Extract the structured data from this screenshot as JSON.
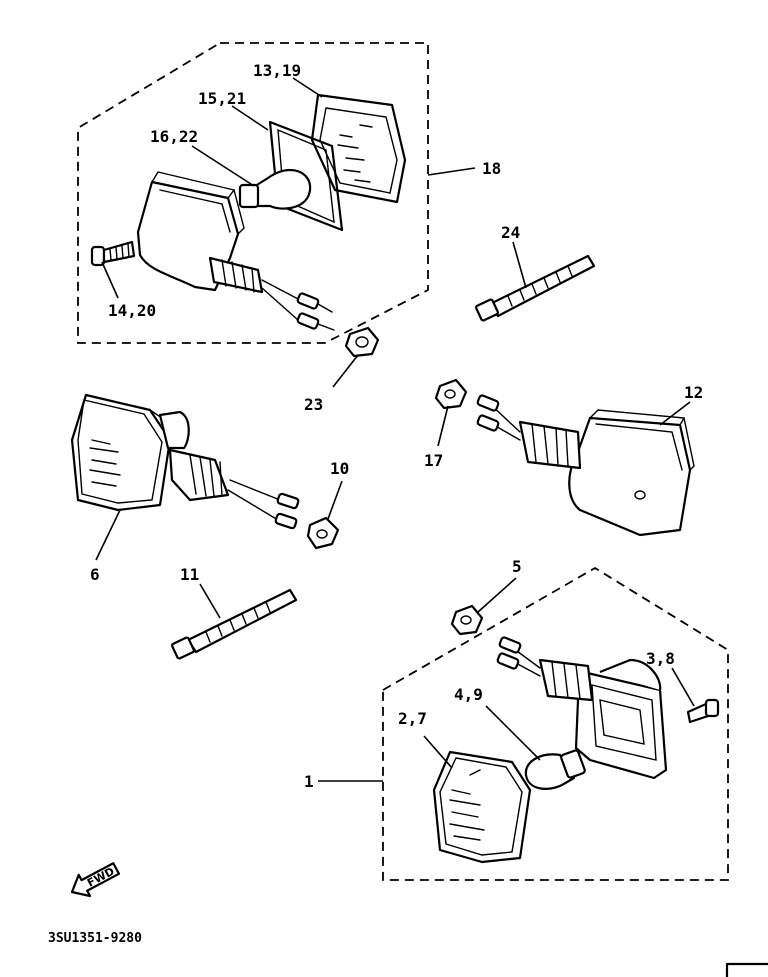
{
  "callouts": [
    {
      "key": "l1319",
      "text": "13,19"
    },
    {
      "key": "l1521",
      "text": "15,21"
    },
    {
      "key": "l1622",
      "text": "16,22"
    },
    {
      "key": "l18",
      "text": "18"
    },
    {
      "key": "l24",
      "text": "24"
    },
    {
      "key": "l1420",
      "text": "14,20"
    },
    {
      "key": "l23",
      "text": "23"
    },
    {
      "key": "l12",
      "text": "12"
    },
    {
      "key": "l17",
      "text": "17"
    },
    {
      "key": "l10",
      "text": "10"
    },
    {
      "key": "l6",
      "text": "6"
    },
    {
      "key": "l11",
      "text": "11"
    },
    {
      "key": "l5",
      "text": "5"
    },
    {
      "key": "l38",
      "text": "3,8"
    },
    {
      "key": "l49",
      "text": "4,9"
    },
    {
      "key": "l27",
      "text": "2,7"
    },
    {
      "key": "l1",
      "text": "1"
    }
  ],
  "fwd_arrow": {
    "text": "FWD"
  },
  "diagram_code": "3SU1351-9280"
}
